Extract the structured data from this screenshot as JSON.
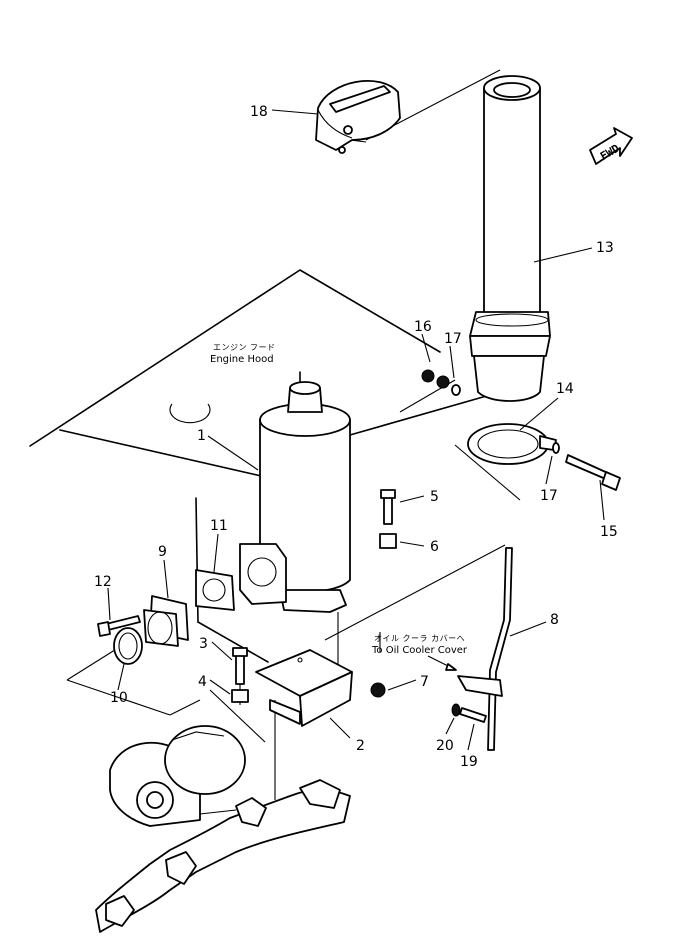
{
  "notes": {
    "engine_hood_jp": "エンジン フード",
    "engine_hood_en": "Engine Hood",
    "oil_cooler_jp": "オイル クーラ カバーへ",
    "oil_cooler_en": "To Oil Cooler Cover",
    "fwd": "FWD"
  },
  "callouts": [
    "1",
    "2",
    "3",
    "4",
    "5",
    "6",
    "7",
    "8",
    "9",
    "10",
    "11",
    "12",
    "13",
    "14",
    "15",
    "16",
    "17",
    "17",
    "18",
    "19",
    "20"
  ]
}
